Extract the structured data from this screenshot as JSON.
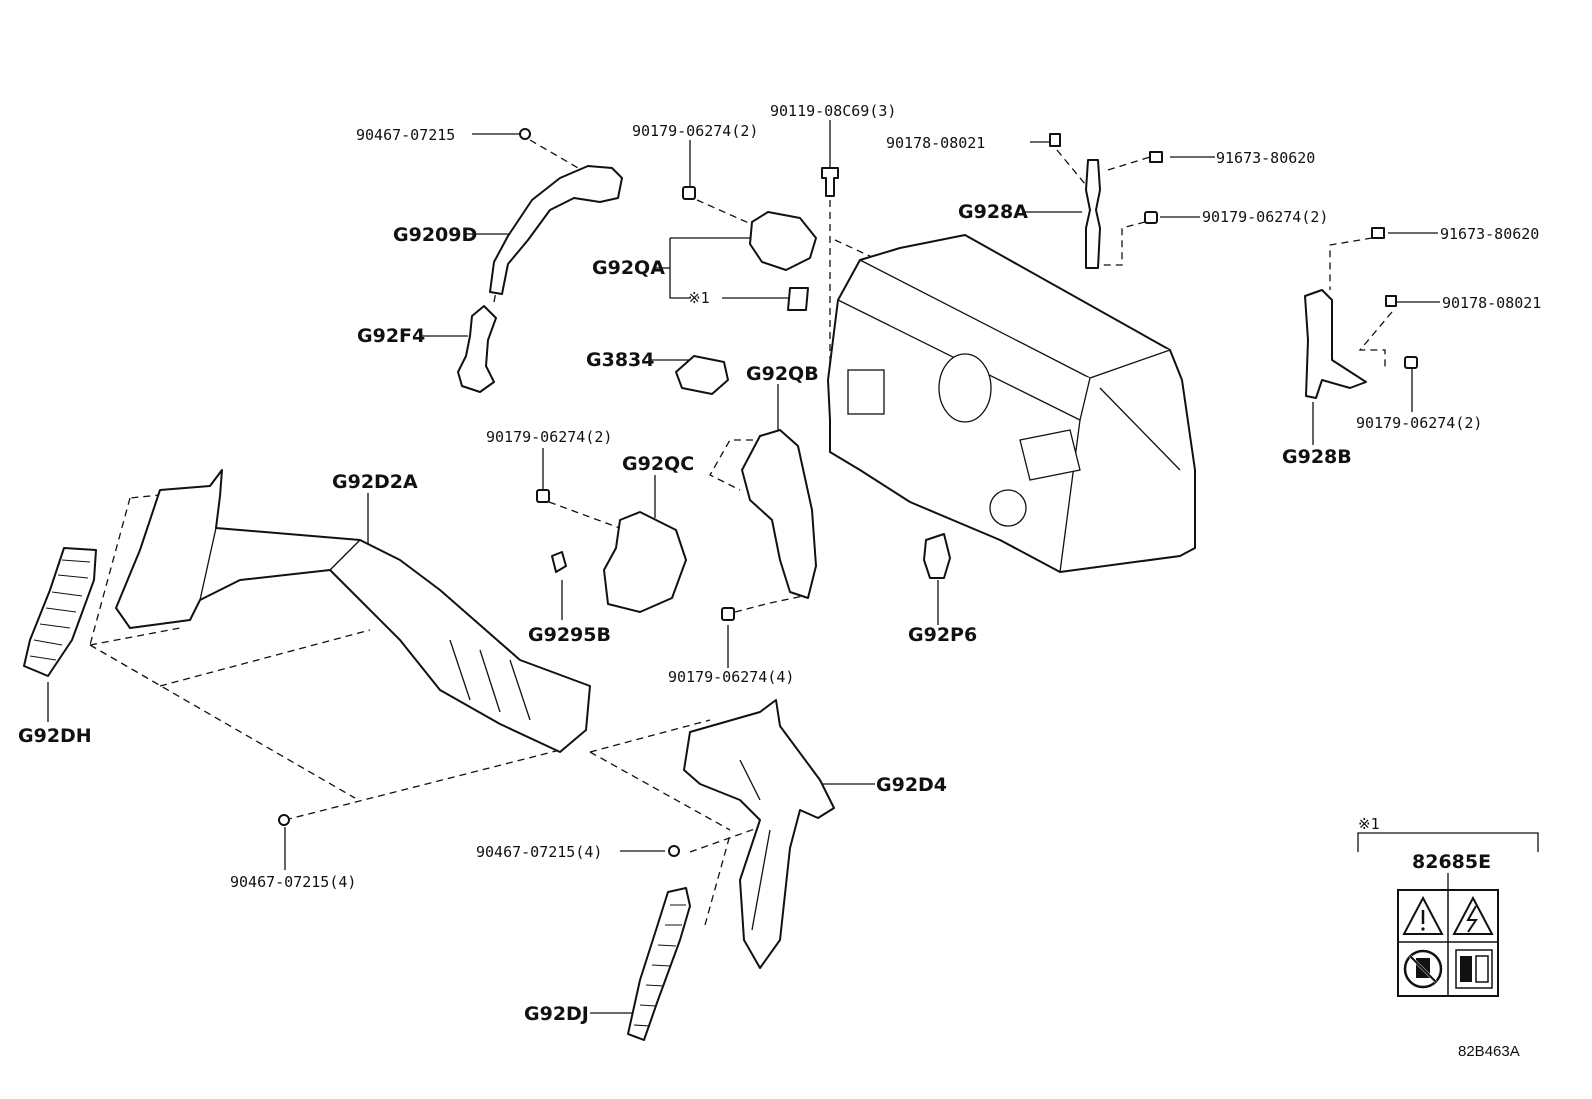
{
  "diagram": {
    "reference_code": "82B463A",
    "note_symbol": "※1",
    "labels": {
      "p_90467_07215_top": "90467-07215",
      "p_G9209D": "G9209D",
      "p_G92F4": "G92F4",
      "p_90179_06274_2_a": "90179-06274(2)",
      "p_G92QA": "G92QA",
      "p_note1_inline": "※1",
      "p_G3834": "G3834",
      "p_90119_08C69_3": "90119-08C69(3)",
      "p_90178_08021_a": "90178-08021",
      "p_91673_80620_a": "91673-80620",
      "p_G928A": "G928A",
      "p_90179_06274_2_b": "90179-06274(2)",
      "p_91673_80620_b": "91673-80620",
      "p_90178_08021_b": "90178-08021",
      "p_90179_06274_2_c": "90179-06274(2)",
      "p_G928B": "G928B",
      "p_G92QB": "G92QB",
      "p_90179_06274_2_d": "90179-06274(2)",
      "p_G92QC": "G92QC",
      "p_G9295B": "G9295B",
      "p_90179_06274_4": "90179-06274(4)",
      "p_G92P6": "G92P6",
      "p_G92D2A": "G92D2A",
      "p_G92DH": "G92DH",
      "p_G92D4": "G92D4",
      "p_90467_07215_4_a": "90467-07215(4)",
      "p_90467_07215_4_b": "90467-07215(4)",
      "p_G92DJ": "G92DJ",
      "p_82685E": "82685E"
    },
    "icons": [
      "warning-triangle-icon",
      "high-voltage-icon",
      "no-disassemble-icon",
      "battery-panel-icon"
    ]
  }
}
